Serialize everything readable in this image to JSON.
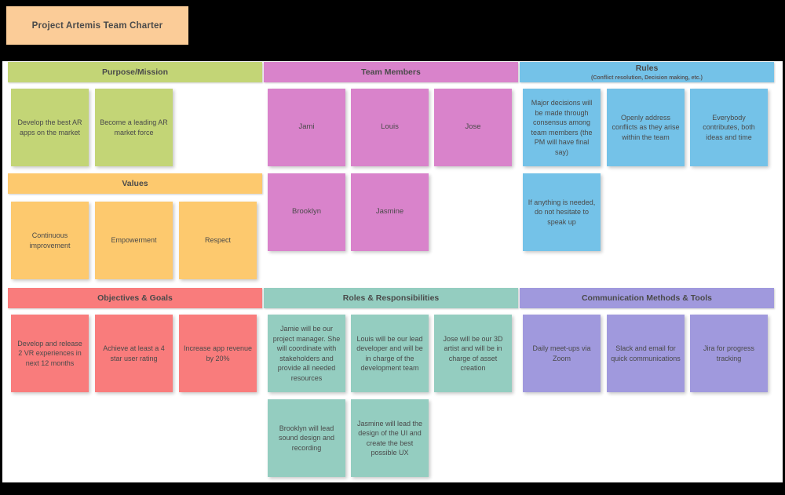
{
  "board": {
    "title": "Project Artemis Team Charter",
    "title_color": "#fbcc98"
  },
  "colors": {
    "purpose": "#c3d576",
    "values": "#fdc96e",
    "team_members": "#d983cb",
    "rules": "#74c2e8",
    "objectives": "#f97c7c",
    "roles": "#94cdc0",
    "communication": "#a099dd",
    "title_card": "#fbcc98",
    "text": "#4a4a4a",
    "board_background": "#ffffff",
    "page_background": "#000000"
  },
  "sections": [
    {
      "id": "purpose-mission",
      "title": "Purpose/Mission",
      "subtitle": "",
      "color": "#c3d576",
      "cards": [
        "Develop the best AR apps on the market",
        "Become a leading AR market force"
      ]
    },
    {
      "id": "values",
      "title": "Values",
      "subtitle": "",
      "color": "#fdc96e",
      "cards": [
        "Continuous improvement",
        "Empowerment",
        "Respect"
      ]
    },
    {
      "id": "team-members",
      "title": "Team Members",
      "subtitle": "",
      "color": "#d983cb",
      "cards": [
        "Jami",
        "Louis",
        "Jose",
        "Brooklyn",
        "Jasmine"
      ]
    },
    {
      "id": "rules",
      "title": "Rules",
      "subtitle": "(Conflict resolution, Decision making, etc.)",
      "color": "#74c2e8",
      "cards": [
        "Major decisions will be made through consensus among team members (the PM will have final say)",
        "Openly address conflicts as they arise within the team",
        "Everybody contributes, both ideas and time",
        "If anything is needed, do not hesitate to speak up"
      ]
    },
    {
      "id": "objectives-goals",
      "title": "Objectives & Goals",
      "subtitle": "",
      "color": "#f97c7c",
      "cards": [
        "Develop and release 2 VR experiences in next 12 months",
        "Achieve at least a 4 star user rating",
        "Increase app revenue by 20%"
      ]
    },
    {
      "id": "roles-responsibilities",
      "title": "Roles & Responsibilities",
      "subtitle": "",
      "color": "#94cdc0",
      "cards": [
        "Jamie will be our project manager. She will coordinate with stakeholders and provide all needed resources",
        "Louis will be our lead developer and will be in charge of the development team",
        "Jose will be our 3D artist and will be in charge of asset creation",
        "Brooklyn will lead sound design and recording",
        "Jasmine will lead the design of the UI and create the best possible UX"
      ]
    },
    {
      "id": "communication-methods-tools",
      "title": "Communication Methods & Tools",
      "subtitle": "",
      "color": "#a099dd",
      "cards": [
        "Daily meet-ups via Zoom",
        "Slack and email for quick communications",
        "Jira for progress tracking"
      ]
    }
  ]
}
